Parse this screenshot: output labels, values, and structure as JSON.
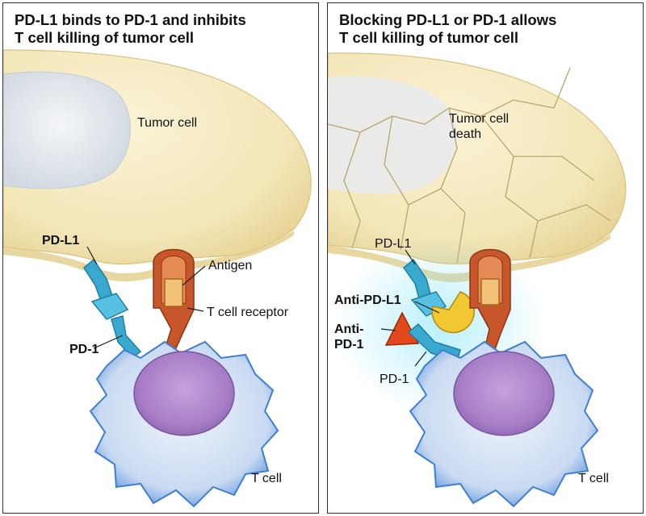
{
  "left_panel": {
    "title_line1": "PD-L1 binds to PD-1 and inhibits",
    "title_line2": "T cell killing of tumor cell",
    "labels": {
      "tumor_cell": "Tumor cell",
      "pd_l1": "PD-L1",
      "antigen": "Antigen",
      "t_cell_receptor": "T cell receptor",
      "pd_1": "PD-1",
      "t_cell": "T cell"
    }
  },
  "right_panel": {
    "title_line1": "Blocking PD-L1 or PD-1 allows",
    "title_line2": "T cell killing of tumor cell",
    "labels": {
      "tumor_cell_line1": "Tumor cell",
      "tumor_cell_line2": "death",
      "pd_l1": "PD-L1",
      "anti_pd_l1": "Anti-PD-L1",
      "anti_pd_1_line1": "Anti-",
      "anti_pd_1_line2": "PD-1",
      "pd_1": "PD-1",
      "t_cell": "T cell"
    }
  },
  "colors": {
    "panel_border": "#333333",
    "tumor_cytoplasm": "#f3e6b8",
    "tumor_nucleus": "#dde3ea",
    "pd_l1_receptor": "#3aa9cf",
    "t_cell_receptor": "#c8562b",
    "antigen": "#f4c37a",
    "anti_pd_l1_antibody": "#f2c832",
    "anti_pd_1_antibody": "#e2481c",
    "t_cell_membrane": "#6d9fe0",
    "t_cell_nucleus": "#a97fc8"
  }
}
